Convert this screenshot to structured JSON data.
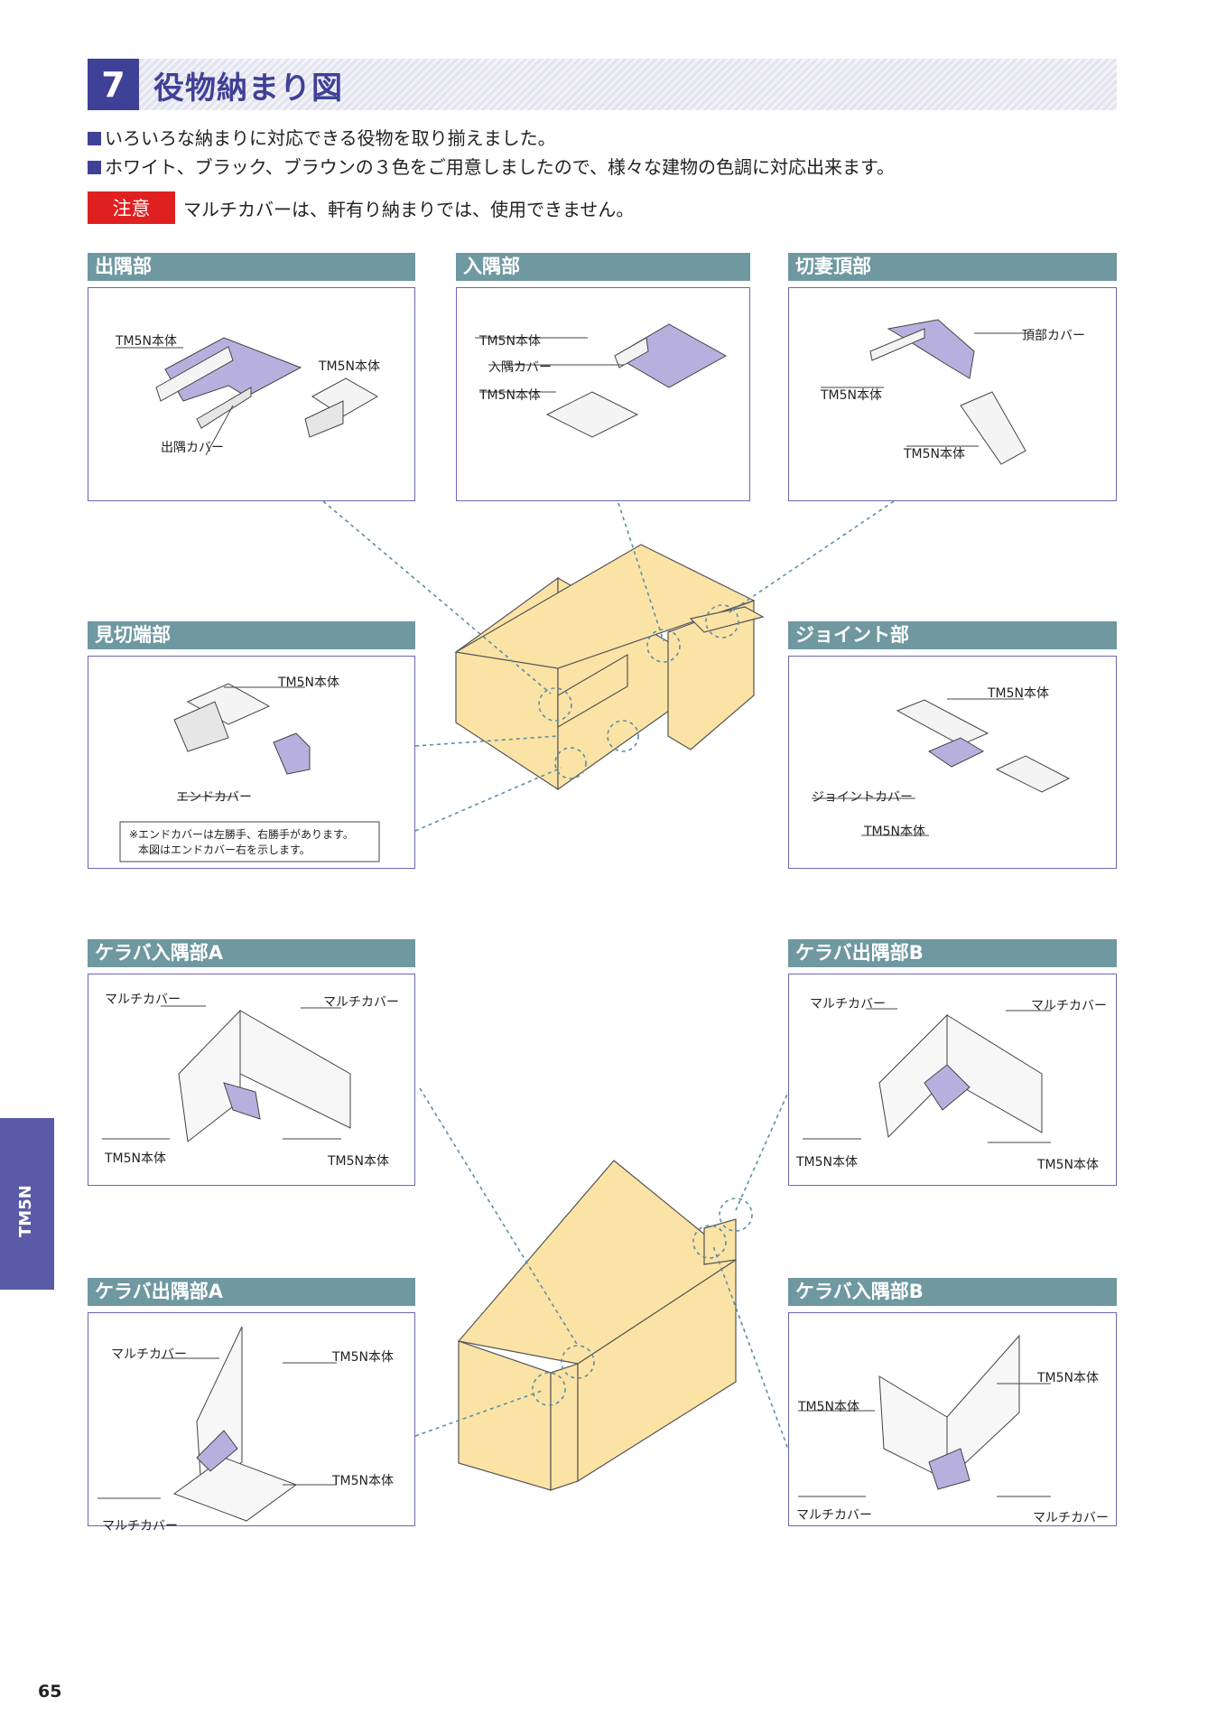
{
  "header": {
    "number": "7",
    "title": "役物納まり図"
  },
  "bullets": [
    "いろいろな納まりに対応できる役物を取り揃えました。",
    "ホワイト、ブラック、ブラウンの３色をご用意しましたので、様々な建物の色調に対応出来ます。"
  ],
  "notice": {
    "badge": "注意",
    "text": "マルチカバーは、軒有り納まりでは、使用できません。"
  },
  "sections": {
    "degumi": {
      "title": "出隅部",
      "labels": [
        "TM5N本体",
        "TM5N本体",
        "出隅カバー"
      ]
    },
    "irisumi": {
      "title": "入隅部",
      "labels": [
        "TM5N本体",
        "入隅カバー",
        "TM5N本体"
      ]
    },
    "kirizuma": {
      "title": "切妻頂部",
      "labels": [
        "頂部カバー",
        "TM5N本体",
        "TM5N本体"
      ]
    },
    "mikiri": {
      "title": "見切端部",
      "labels": [
        "TM5N本体",
        "エンドカバー"
      ],
      "note": [
        "※エンドカバーは左勝手、右勝手があります。",
        "本図はエンドカバー右を示します。"
      ]
    },
    "joint": {
      "title": "ジョイント部",
      "labels": [
        "TM5N本体",
        "ジョイントカバー",
        "TM5N本体"
      ]
    },
    "keraba_iri_a": {
      "title": "ケラバ入隅部A",
      "labels": [
        "マルチカバー",
        "マルチカバー",
        "TM5N本体",
        "TM5N本体"
      ]
    },
    "keraba_de_b": {
      "title": "ケラバ出隅部B",
      "labels": [
        "マルチカバー",
        "マルチカバー",
        "TM5N本体",
        "TM5N本体"
      ]
    },
    "keraba_de_a": {
      "title": "ケラバ出隅部A",
      "labels": [
        "マルチカバー",
        "TM5N本体",
        "TM5N本体",
        "マルチカバー"
      ]
    },
    "keraba_iri_b": {
      "title": "ケラバ入隅部B",
      "labels": [
        "TM5N本体",
        "TM5N本体",
        "マルチカバー",
        "マルチカバー"
      ]
    }
  },
  "side_tab": "TM5N",
  "page_number": "65",
  "colors": {
    "accent": "#3f4196",
    "section": "#6f98a1",
    "cover": "#b7b0df",
    "house": "#fbe3a6",
    "notice": "#e02020"
  }
}
